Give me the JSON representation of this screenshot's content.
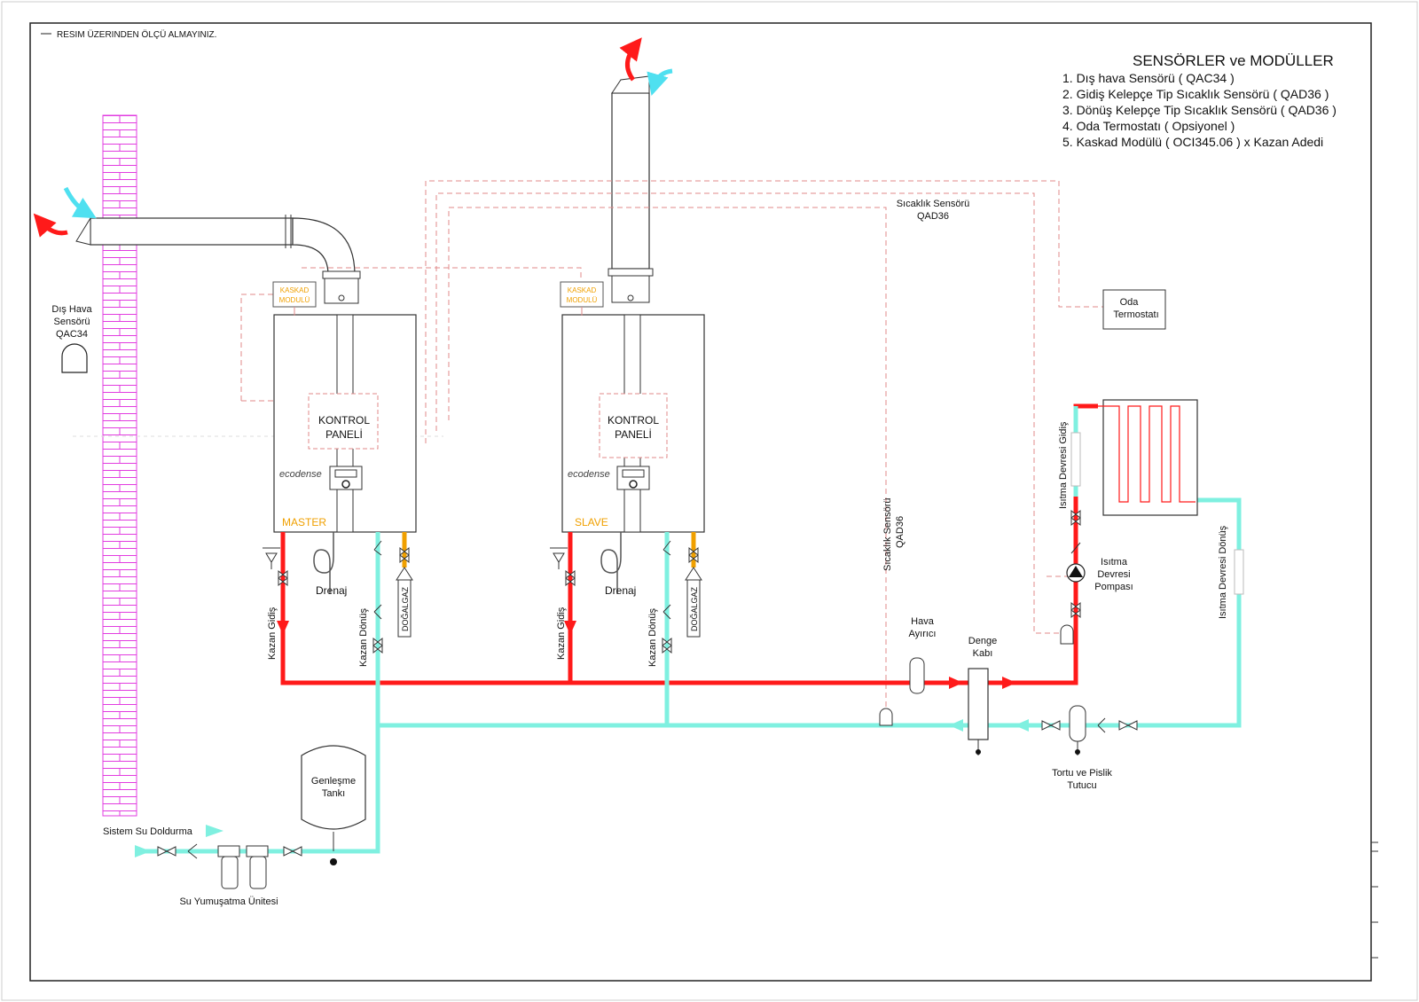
{
  "note": "RESIM ÜZERINDEN ÖLÇÜ ALMAYINIZ.",
  "legend": {
    "title": "SENSÖRLER ve MODÜLLER",
    "items": [
      "1. Dış hava Sensörü ( QAC34 )",
      "2. Gidiş Kelepçe Tip Sıcaklık Sensörü ( QAD36 )",
      "3. Dönüş Kelepçe Tip Sıcaklık Sensörü ( QAD36 )",
      "4. Oda Termostatı ( Opsiyonel )",
      "5. Kaskad Modülü ( OCI345.06 ) x Kazan Adedi"
    ]
  },
  "outdoor_sensor": {
    "line1": "Dış Hava",
    "line2": "Sensörü",
    "line3": "QAC34"
  },
  "boilers": {
    "master": {
      "role": "MASTER",
      "kaskad1": "KASKAD",
      "kaskad2": "MODULÜ",
      "panel1": "KONTROL",
      "panel2": "PANELİ",
      "brand": "ecodense"
    },
    "slave": {
      "role": "SLAVE",
      "kaskad1": "KASKAD",
      "kaskad2": "MODULÜ",
      "panel1": "KONTROL",
      "panel2": "PANELİ",
      "brand": "ecodense"
    }
  },
  "pipe_labels": {
    "kazan_gidis": "Kazan Gidiş",
    "kazan_donus": "Kazan Dönüş",
    "dogalgaz": "DOĞALGAZ",
    "drenaj": "Drenaj"
  },
  "temp_sensor_top": {
    "line1": "Sıcaklık Sensörü",
    "line2": "QAD36"
  },
  "temp_sensor_vertical": {
    "line1": "Sıcaklık Sensörü",
    "line2": "QAD36"
  },
  "room_thermostat": {
    "line1": "Oda",
    "line2": "Termostatı"
  },
  "heating": {
    "gidis": "Isıtma Devresi Gidiş",
    "donus": "Isıtma Devresi Dönüş",
    "pump1": "Isıtma",
    "pump2": "Devresi",
    "pump3": "Pompası"
  },
  "air_separator": {
    "line1": "Hava",
    "line2": "Ayırıcı"
  },
  "balance_tank": {
    "line1": "Denge",
    "line2": "Kabı"
  },
  "dirt_trap": {
    "line1": "Tortu ve Pislik",
    "line2": "Tutucu"
  },
  "expansion_tank": {
    "line1": "Genleşme",
    "line2": "Tankı"
  },
  "water_fill": "Sistem Su Doldurma",
  "softener": "Su Yumuşatma Ünitesi",
  "colors": {
    "supply": "#ff1a1a",
    "return": "#7ff0e0",
    "gas": "#f0a000",
    "brick": "#e23ce0",
    "dash": "#e08a8a",
    "kaskad": "#f0a000"
  }
}
